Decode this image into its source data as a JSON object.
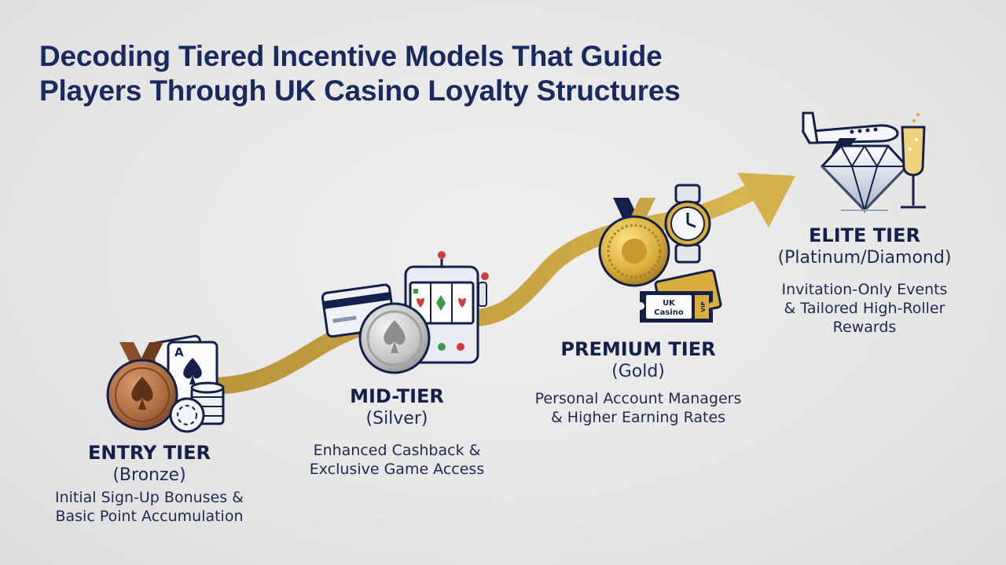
{
  "title": {
    "line1": "Decoding Tiered Incentive Models That Guide",
    "line2": "Players Through UK Casino Loyalty Structures"
  },
  "tiers": [
    {
      "name": "ENTRY TIER",
      "level": "(Bronze)",
      "desc_line1": "Initial Sign-Up Bonuses &",
      "desc_line2": "Basic Point Accumulation",
      "icons": [
        "bronze-medal-icon",
        "playing-cards-icon",
        "chip-stack-icon"
      ]
    },
    {
      "name": "MID-TIER",
      "level": "(Silver)",
      "desc_line1": "Enhanced Cashback &",
      "desc_line2": "Exclusive Game Access",
      "icons": [
        "credit-card-icon",
        "silver-coin-icon",
        "slot-machine-icon"
      ]
    },
    {
      "name": "PREMIUM TIER",
      "level": "(Gold)",
      "desc_line1": "Personal Account Managers",
      "desc_line2": "& Higher Earning Rates",
      "icons": [
        "gold-medal-icon",
        "wristwatch-icon",
        "vip-ticket-icon"
      ]
    },
    {
      "name": "ELITE TIER",
      "level": "(Platinum/Diamond)",
      "desc_line1": "Invitation-Only Events",
      "desc_line2": "& Tailored High-Roller",
      "desc_line3": "Rewards",
      "icons": [
        "private-jet-icon",
        "diamond-icon",
        "champagne-glass-icon"
      ]
    }
  ],
  "ticket": {
    "line1": "UK",
    "line2": "Casino",
    "stub": "VIP"
  },
  "colors": {
    "navy": "#15204a",
    "gold": "#c9a544",
    "bronze": "#a8683e",
    "silver": "#b9b9b9",
    "background": "#e8e8e8"
  }
}
